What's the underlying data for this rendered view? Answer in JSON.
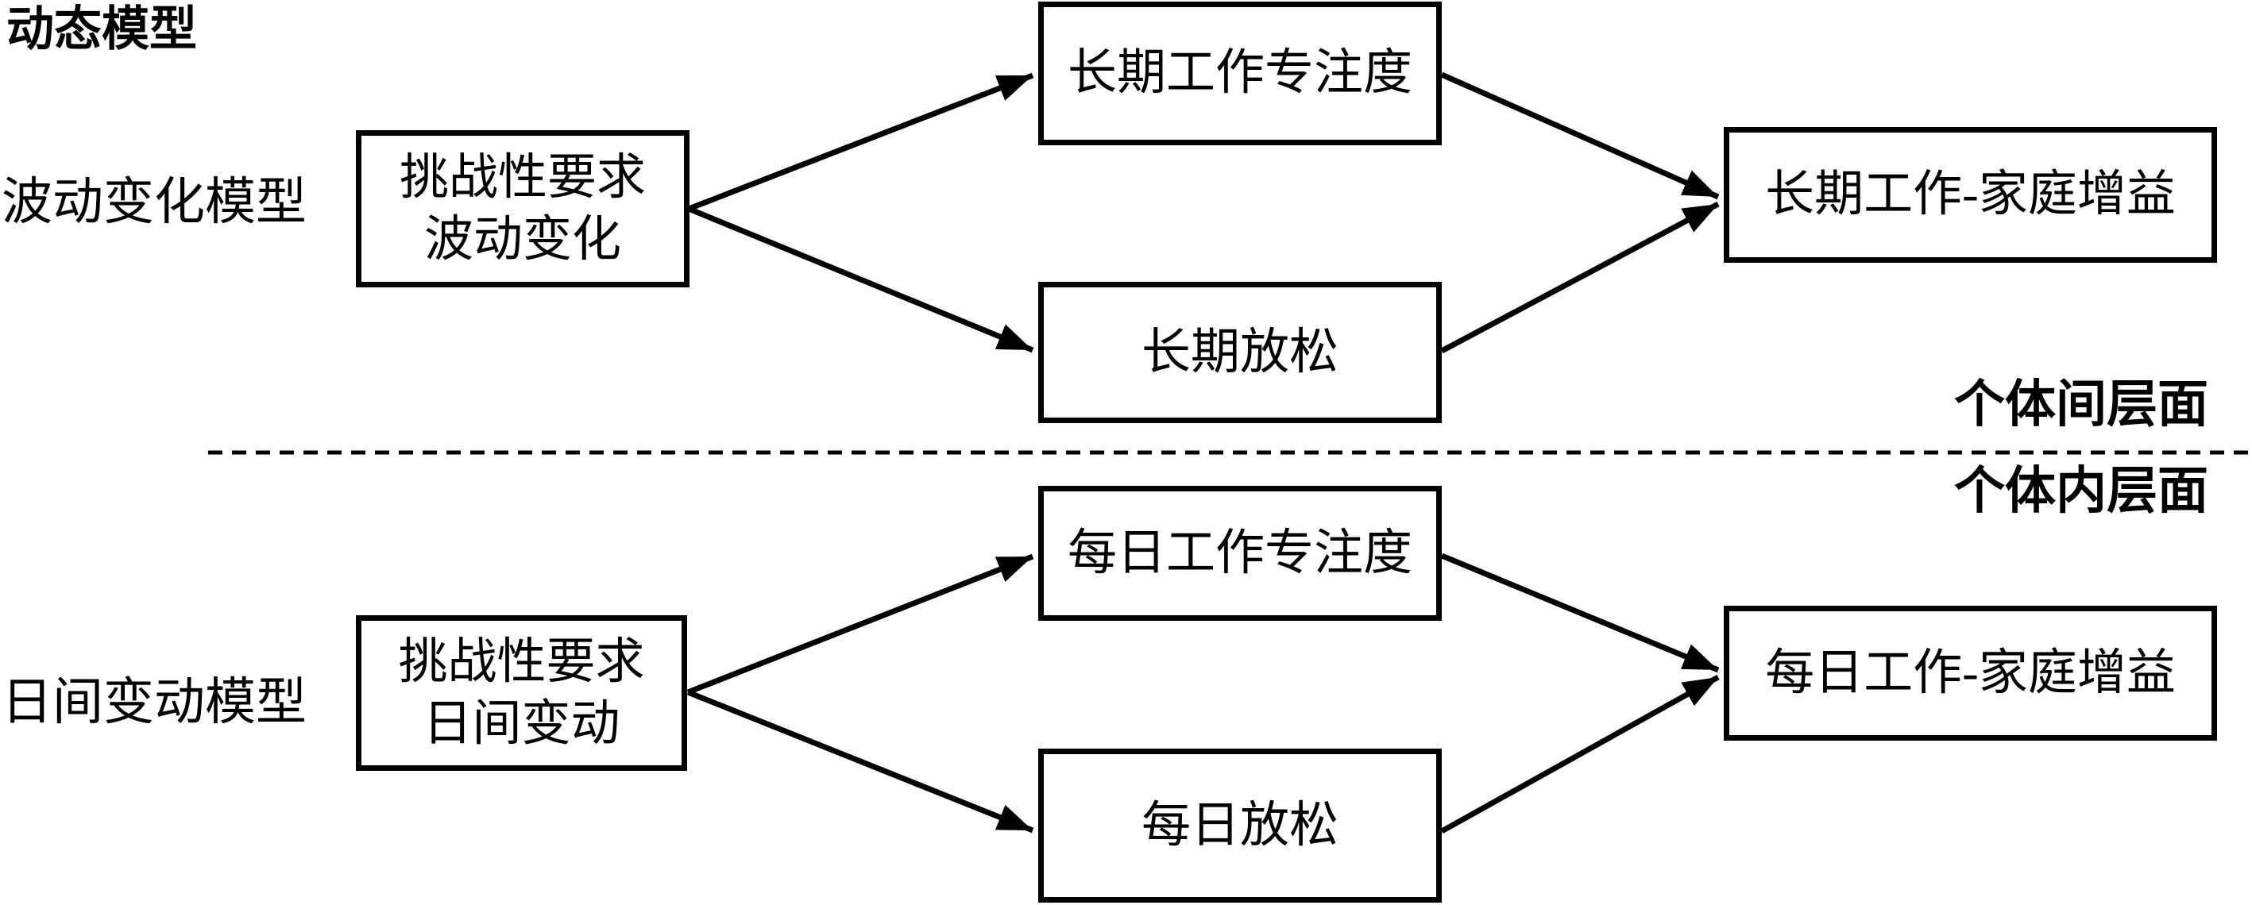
{
  "figure": {
    "title": "动态模型",
    "levels": {
      "between": "个体间层面",
      "within": "个体内层面"
    },
    "models": [
      {
        "label": "波动变化模型",
        "predictor_line1": "挑战性要求",
        "predictor_line2": "波动变化",
        "mediator1": "长期工作专注度",
        "mediator2": "长期放松",
        "outcome": "长期工作-家庭增益"
      },
      {
        "label": "日间变动模型",
        "predictor_line1": "挑战性要求",
        "predictor_line2": "日间变动",
        "mediator1": "每日工作专注度",
        "mediator2": "每日放松",
        "outcome": "每日工作-家庭增益"
      }
    ]
  },
  "colors": {
    "line": "#000000",
    "background": "#ffffff",
    "text": "#000000"
  }
}
